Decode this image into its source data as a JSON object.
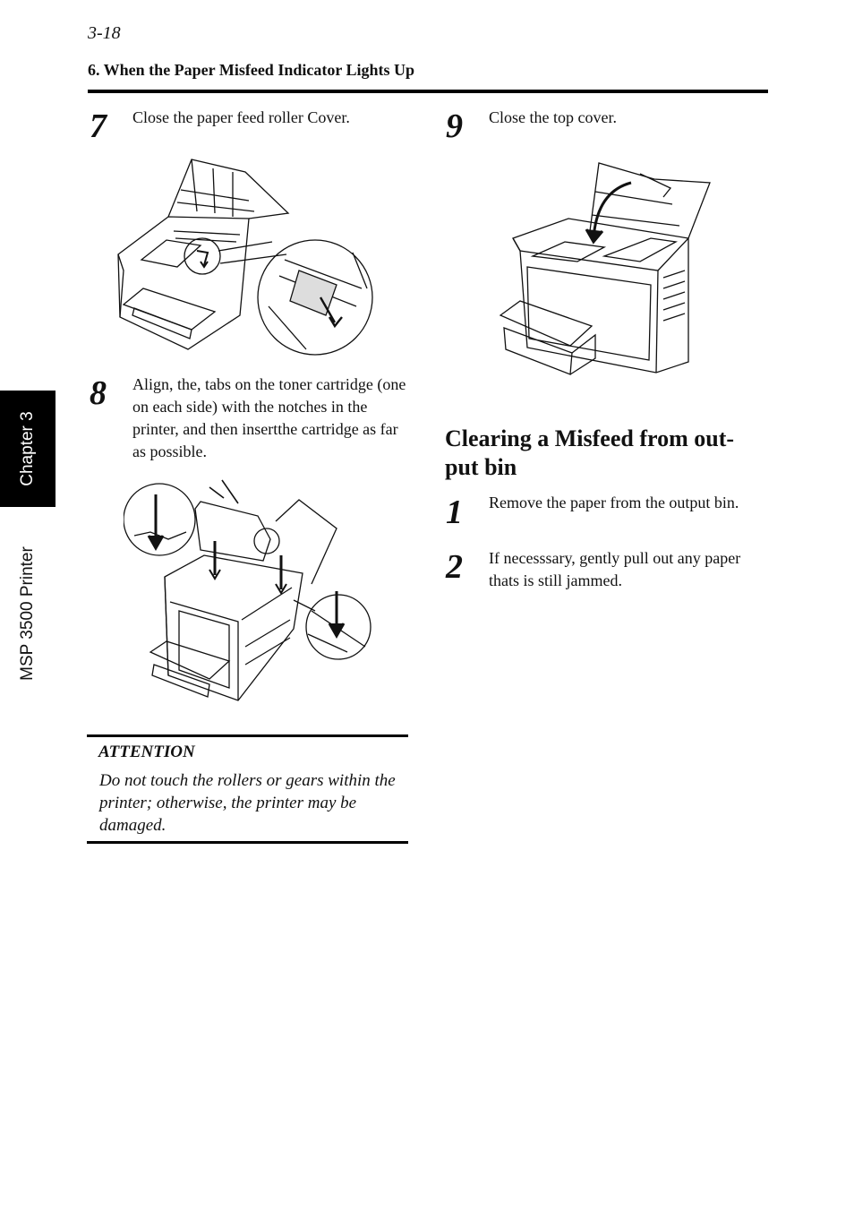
{
  "header": {
    "page_number": "3-18",
    "section_title": "6. When the Paper Misfeed Indicator Lights Up"
  },
  "side_tab": {
    "chapter": "Chapter 3",
    "product": "MSP 3500 Printer"
  },
  "steps_left": [
    {
      "number": "7",
      "text": "Close the paper feed roller Cover."
    },
    {
      "number": "8",
      "text": "Align, the, tabs on the toner cartridge (one on each side) with the notches in the printer, and then insertthe cartridge as far as possible."
    }
  ],
  "attention": {
    "title": "ATTENTION",
    "body": "Do not touch the rollers or gears within the printer; otherwise, the printer may be damaged."
  },
  "steps_right": [
    {
      "number": "9",
      "text": "Close the top cover."
    }
  ],
  "clearing_section": {
    "heading": "Clearing a Misfeed from out-put bin",
    "steps": [
      {
        "number": "1",
        "text": "Remove the paper from the output bin."
      },
      {
        "number": "2",
        "text": "If necesssary, gently pull out any paper thats is still jammed."
      }
    ]
  }
}
